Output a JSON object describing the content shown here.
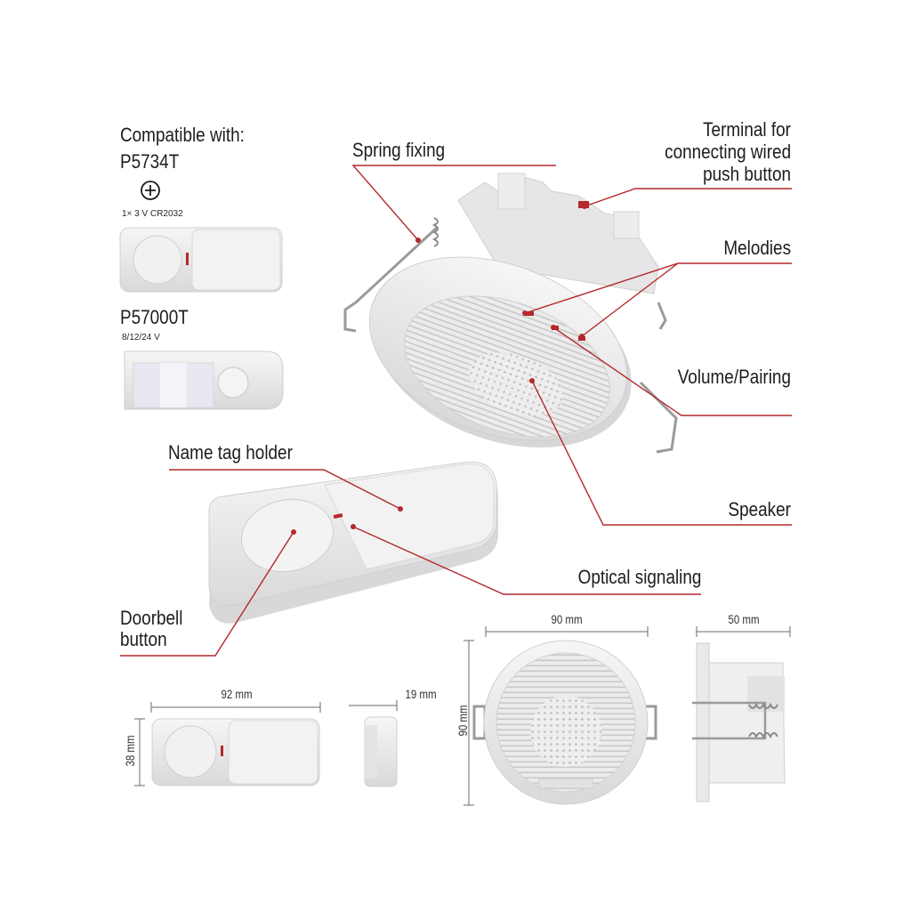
{
  "compat": {
    "heading": "Compatible with:",
    "model1": "P5734T",
    "battery": "1× 3 V CR2032",
    "model2": "P57000T",
    "voltage": "8/12/24 V"
  },
  "callouts": {
    "spring_fixing": "Spring fixing",
    "terminal_l1": "Terminal for",
    "terminal_l2": "connecting wired",
    "terminal_l3": "push button",
    "melodies": "Melodies",
    "volume_pairing": "Volume/Pairing",
    "speaker": "Speaker",
    "name_tag_holder": "Name tag holder",
    "optical_signaling": "Optical signaling",
    "doorbell_l1": "Doorbell",
    "doorbell_l2": "button"
  },
  "dimensions": {
    "button_width": "92 mm",
    "button_height": "38 mm",
    "button_depth": "19 mm",
    "speaker_width": "90 mm",
    "speaker_height": "90 mm",
    "speaker_depth": "50 mm"
  },
  "colors": {
    "leader_line": "#b3282d",
    "device_body": "#ececec",
    "device_shadow": "#c9c9c9",
    "led": "#b3282d"
  }
}
